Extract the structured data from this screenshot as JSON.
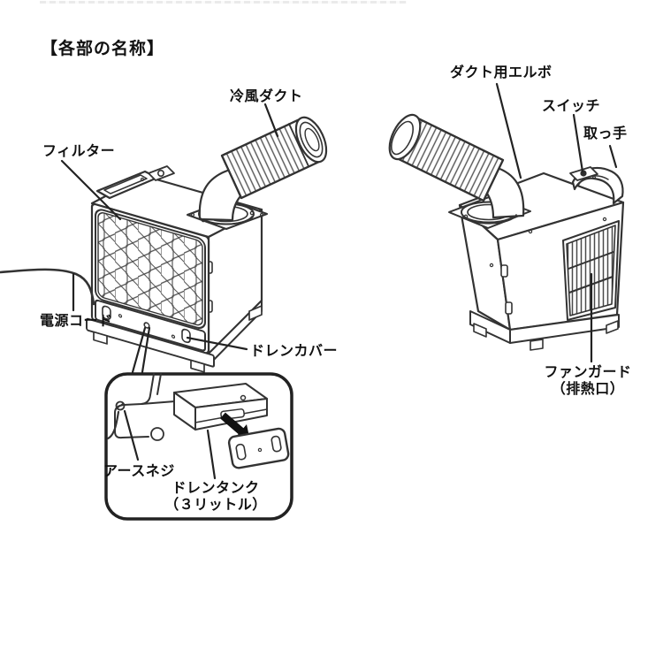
{
  "page": {
    "kind": "product-parts-diagram",
    "background": "#ffffff"
  },
  "colors": {
    "ink": "#333333",
    "leader": "#222222",
    "label_text": "#111111"
  },
  "labels": {
    "title": "【各部の名称】",
    "cold_air_duct": "冷風ダクト",
    "duct_elbow": "ダクト用エルボ",
    "switch": "スイッチ",
    "handle": "取っ手",
    "filter": "フィルター",
    "power_cord": "電源コード",
    "drain_cover": "ドレンカバー",
    "fan_guard": {
      "line1": "ファンガード",
      "line2": "（排熱口）"
    },
    "earth_screw": "アースネジ",
    "drain_tank": {
      "line1": "ドレンタンク",
      "line2": "（３リットル）"
    }
  }
}
